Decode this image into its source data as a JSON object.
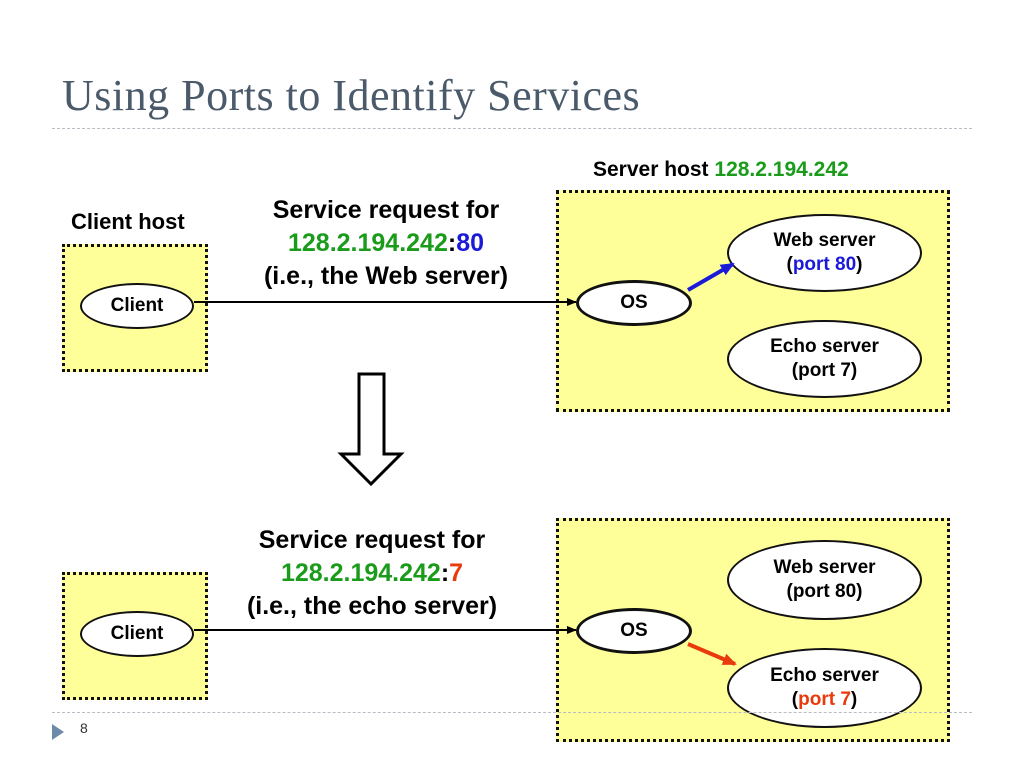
{
  "slide": {
    "title": "Using Ports to Identify Services",
    "page_number": "8"
  },
  "top": {
    "client_host_label": "Client host",
    "client_label": "Client",
    "request_line1": "Service request for",
    "request_ip": "128.2.194.242",
    "request_colon": ":",
    "request_port": "80",
    "request_line3": "(i.e., the Web server)",
    "server_host_prefix": "Server host ",
    "server_host_ip": "128.2.194.242",
    "os_label": "OS",
    "web_server_label": "Web server",
    "web_port_open": "(",
    "web_port": "port 80",
    "web_port_close": ")",
    "echo_server_label": "Echo server",
    "echo_port": "(port 7)"
  },
  "bottom": {
    "client_label": "Client",
    "request_line1": "Service request for",
    "request_ip": "128.2.194.242",
    "request_colon": ":",
    "request_port": "7",
    "request_line3": "(i.e., the echo server)",
    "os_label": "OS",
    "web_server_label": "Web server",
    "web_port": "(port 80)",
    "echo_server_label": "Echo server",
    "echo_port_open": "(",
    "echo_port": "port 7",
    "echo_port_close": ")"
  },
  "colors": {
    "host_fill": "#ffff99",
    "ip_green": "#1a9c1a",
    "port_blue": "#1a1ad8",
    "port_red": "#e83a0a"
  }
}
